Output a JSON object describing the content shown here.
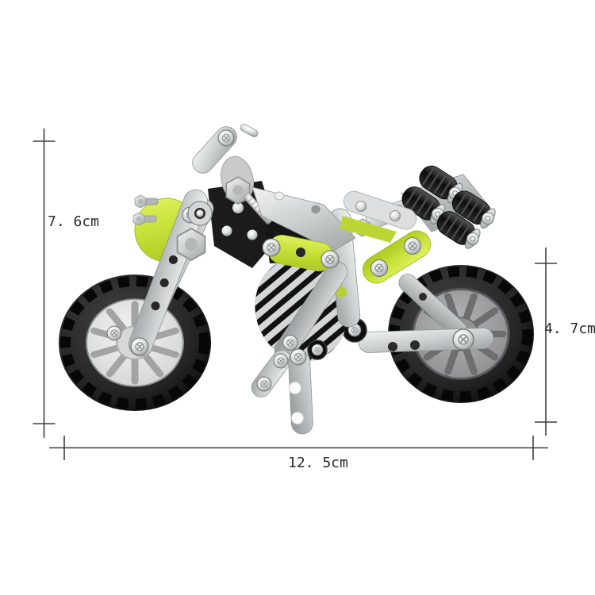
{
  "page": {
    "background": "#ffffff",
    "type": "product-dimension-photo"
  },
  "product": {
    "subject": "DIY metal assembly motorcycle model, side view",
    "accent_color": "#c9e23c",
    "metal_color": "#c7cacb",
    "tire_color": "#1c1c1c",
    "dimension_line_color": "#3f3f3f"
  },
  "dimensions": {
    "unit": "cm",
    "overall_height": {
      "label": "7. 6cm",
      "value": 7.6
    },
    "rear_wheel_height": {
      "label": "4. 7cm",
      "value": 4.7
    },
    "overall_length": {
      "label": "12. 5cm",
      "value": 12.5
    }
  }
}
